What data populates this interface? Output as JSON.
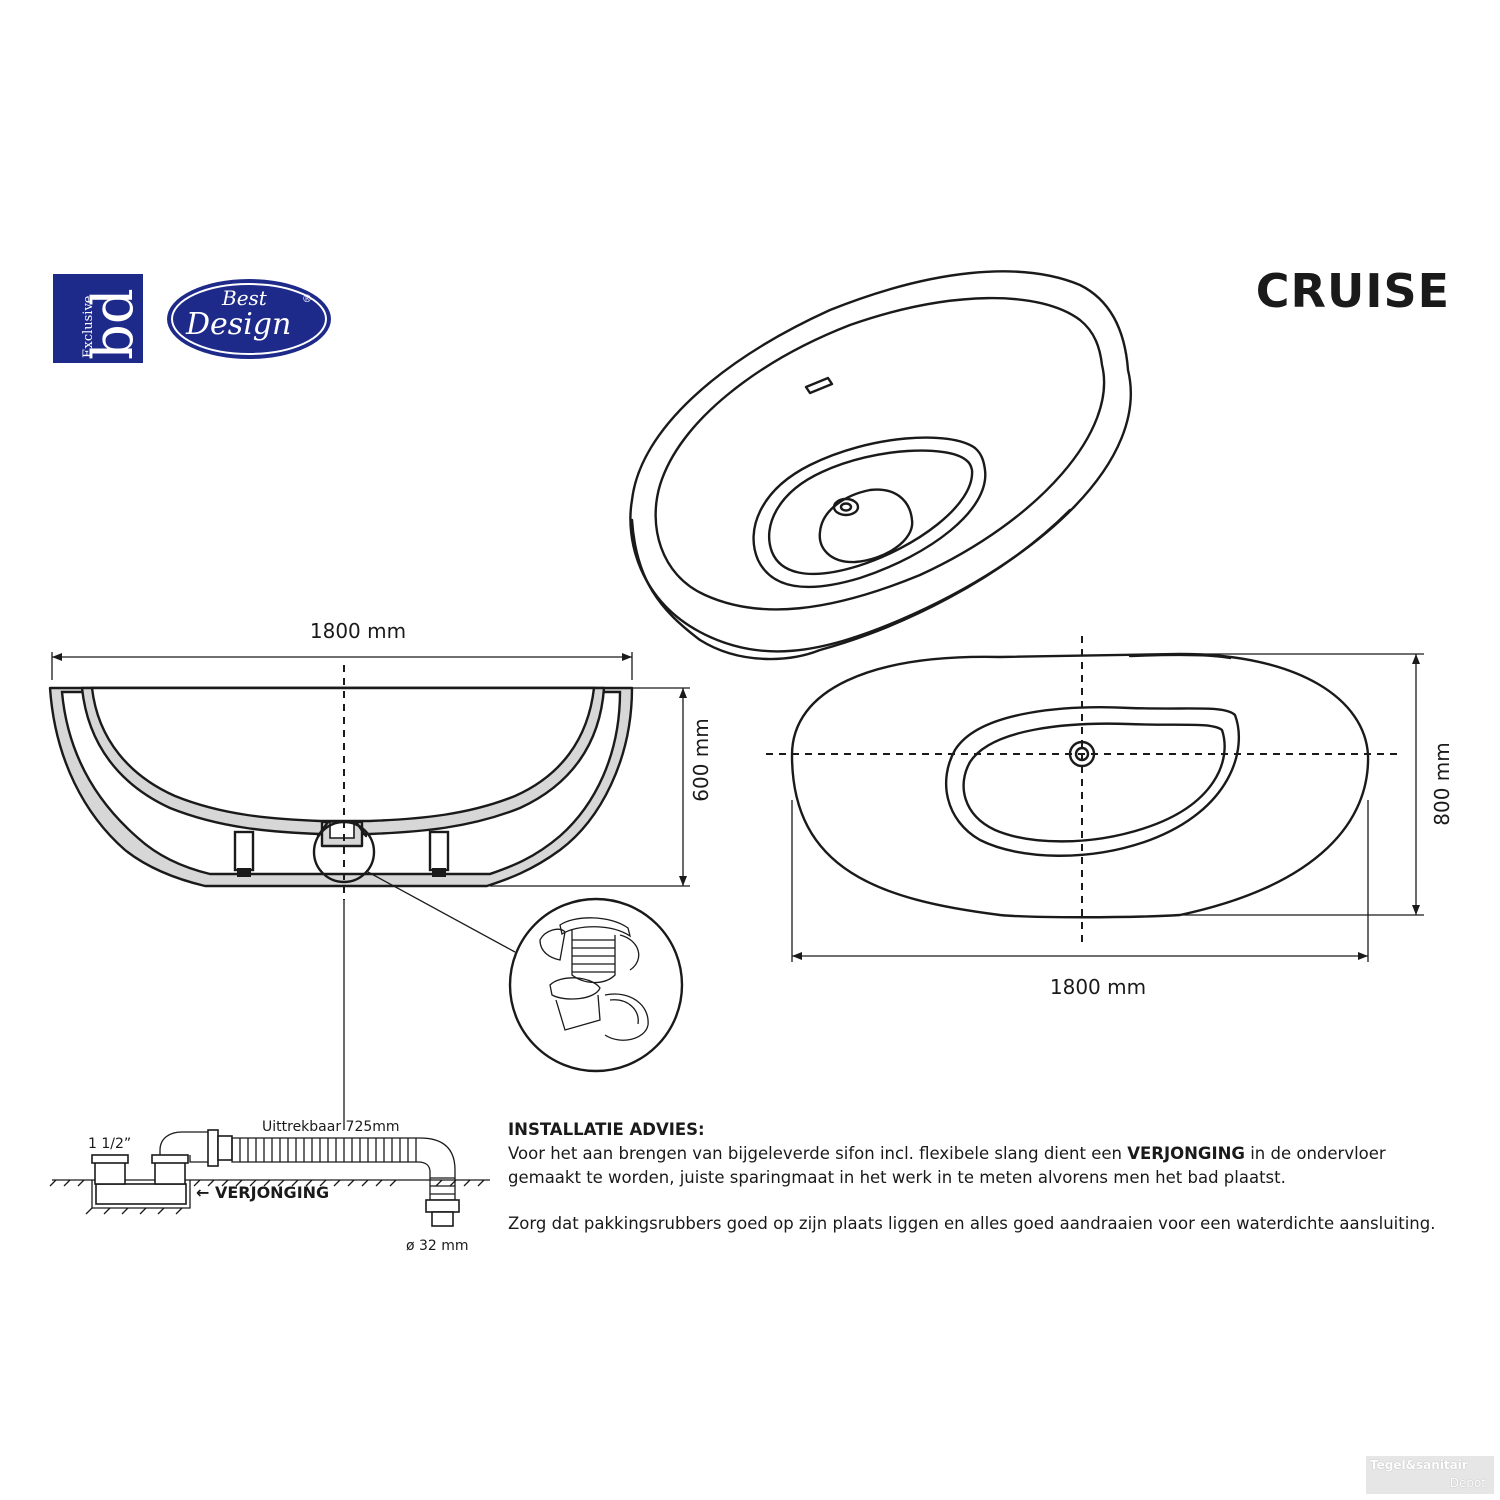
{
  "title": "CRUISE",
  "logos": {
    "exclusive_text": "Exclusive",
    "bd_text": "bd",
    "best_design_top": "Best",
    "best_design_bottom": "Design",
    "registered": "®",
    "brand_blue": "#1e2a8a"
  },
  "dimensions": {
    "side_length": "1800 mm",
    "side_height": "600 mm",
    "top_length": "1800 mm",
    "top_width": "800 mm"
  },
  "siphon": {
    "extendable": "Uittrekbaar 725mm",
    "size_label": "1 1/2”",
    "reducer_label": "← VERJONGING",
    "diameter": "ø 32 mm"
  },
  "advice": {
    "heading": "INSTALLATIE ADVIES:",
    "p1_part1": "Voor het aan brengen van bijgeleverde sifon incl. flexibele slang dient een ",
    "p1_bold": "VERJONGING",
    "p1_part2": " in de ondervloer gemaakt te worden, juiste sparingmaat in het werk in te meten alvorens men het bad plaatst.",
    "p2": "Zorg dat pakkingsrubbers goed op zijn plaats liggen en alles goed aandraaien voor een waterdichte aansluiting."
  },
  "footer": {
    "line1": "Tegel&sanitair",
    "line2": "Depot"
  }
}
